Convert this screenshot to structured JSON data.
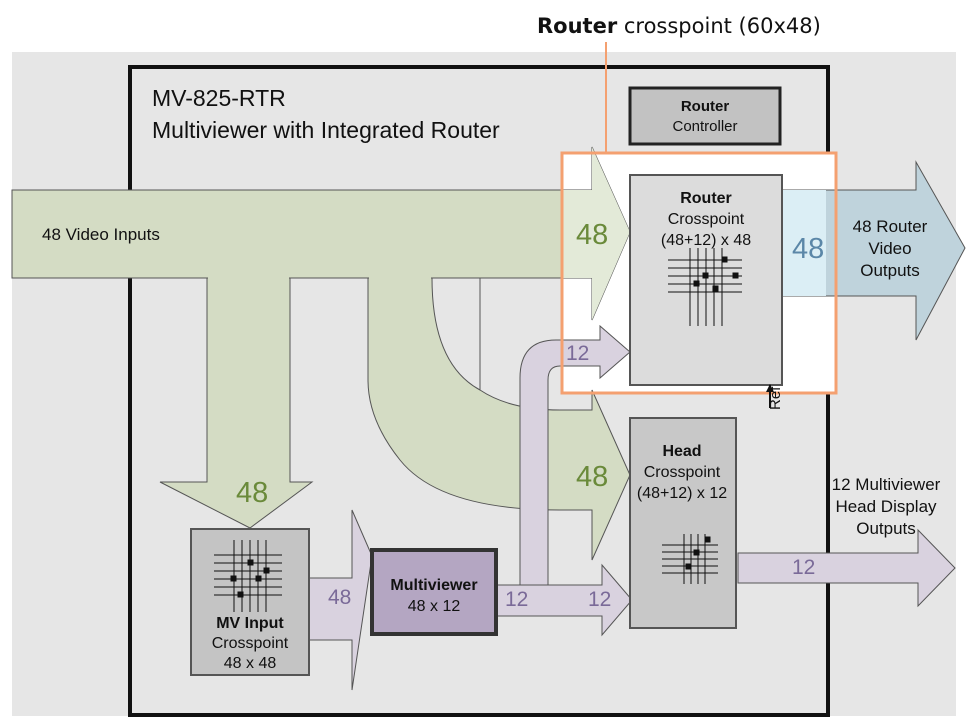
{
  "top_label": {
    "bold": "Router",
    "rest": " crosspoint (60x48)"
  },
  "device": {
    "model": "MV-825-RTR",
    "subtitle": "Multiviewer with Integrated Router"
  },
  "router_controller": {
    "line1": "Router",
    "line2": "Controller"
  },
  "inputs": {
    "label": "48 Video Inputs"
  },
  "router_crosspoint": {
    "title": "Router",
    "line2": "Crosspoint",
    "line3": "(48+12) x 48"
  },
  "router_outputs": {
    "line1": "48 Router",
    "line2": "Video",
    "line3": "Outputs"
  },
  "head_crosspoint": {
    "title": "Head",
    "line2": "Crosspoint",
    "line3": "(48+12) x 12"
  },
  "head_outputs": {
    "line1": "12 Multiviewer",
    "line2": "Head Display",
    "line3": "Outputs"
  },
  "mv_input": {
    "title": "MV Input",
    "line2": "Crosspoint",
    "line3": "48 x 48"
  },
  "multiviewer": {
    "title": "Multiviewer",
    "line2": "48 x 12"
  },
  "ref_label": "Ref",
  "counts": {
    "router_in": "48",
    "router_out": "48",
    "router_feedback": "12",
    "head_in": "48",
    "mv_input_in": "48",
    "mv_to_multiviewer": "48",
    "multiviewer_out": "12",
    "head_feedback": "12",
    "head_out": "12"
  },
  "colors": {
    "green_fill": "#d4dcc4",
    "green_text": "#6a8a3a",
    "purple_fill": "#d9d2df",
    "purple_text": "#7a6a98",
    "blue_fill": "#bfd3dc",
    "blue_text": "#5b87a8",
    "router_highlight": "#f4a070",
    "box_gray": "#cfcfcf"
  }
}
